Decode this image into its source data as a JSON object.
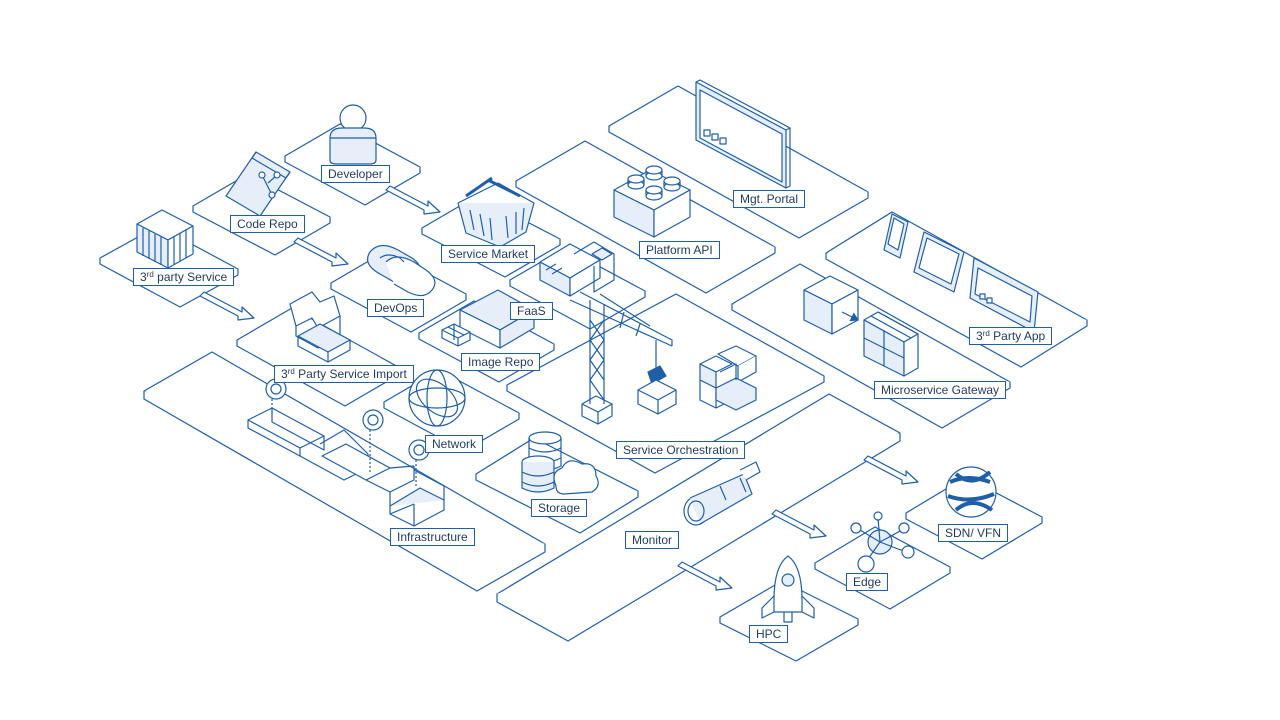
{
  "colors": {
    "stroke": "#1f5fa8",
    "fill_light": "#e6eefa",
    "fill_white": "#ffffff",
    "text": "#1e3a5f"
  },
  "labels": {
    "developer": "Developer",
    "code_repo": "Code Repo",
    "third_party_service": {
      "num": "3",
      "sup": "rd",
      "rest": " party Service"
    },
    "service_market": "Service Market",
    "platform_api": "Platform API",
    "mgt_portal": "Mgt. Portal",
    "devops": "DevOps",
    "faas": "FaaS",
    "image_repo": "Image Repo",
    "third_party_service_import": {
      "num": "3",
      "sup": "rd",
      "rest": " Party Service Import"
    },
    "third_party_app": {
      "num": "3",
      "sup": "rd",
      "rest": " Party App"
    },
    "microservice_gateway": "Microservice Gateway",
    "network": "Network",
    "service_orchestration": "Service Orchestration",
    "storage": "Storage",
    "infrastructure": "Infrastructure",
    "monitor": "Monitor",
    "sdn_vfn": "SDN/ VFN",
    "edge": "Edge",
    "hpc": "HPC"
  },
  "icons": [
    "person-icon",
    "git-icon",
    "container-icon",
    "basket-icon",
    "lego-block-icon",
    "monitor-screen-icon",
    "chain-link-icon",
    "truck-icon",
    "house-icon",
    "arrow-box-icon",
    "phone-icon",
    "tablet-icon",
    "browser-window-icon",
    "cube-gateway-icon",
    "globe-network-icon",
    "crane-icon",
    "database-icon",
    "cloud-icon",
    "server-node-icon",
    "telescope-icon",
    "globe-sphere-icon",
    "molecule-icon",
    "rocket-icon",
    "flow-arrow-icon"
  ]
}
